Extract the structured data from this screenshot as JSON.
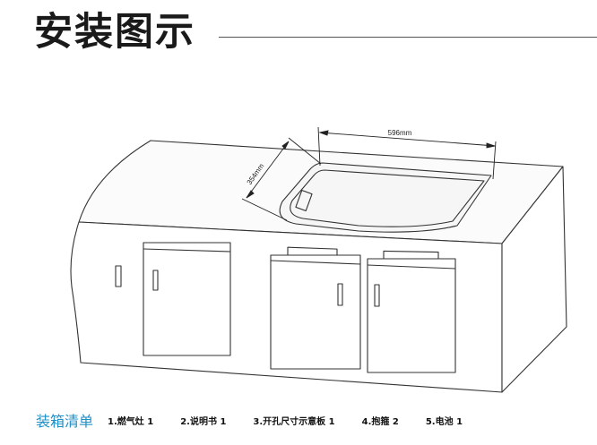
{
  "header": {
    "title": "安装图示"
  },
  "dimensions": {
    "width_label": "596mm",
    "depth_label": "354mm"
  },
  "packing": {
    "title": "装箱清单",
    "items": [
      "1.燃气灶 1",
      "2.说明书 1",
      "3.开孔尺寸示意板 1",
      "4.抱箍 2",
      "5.电池 1"
    ]
  },
  "colors": {
    "packing_title": "#1f8fc7",
    "line": "#333333"
  }
}
